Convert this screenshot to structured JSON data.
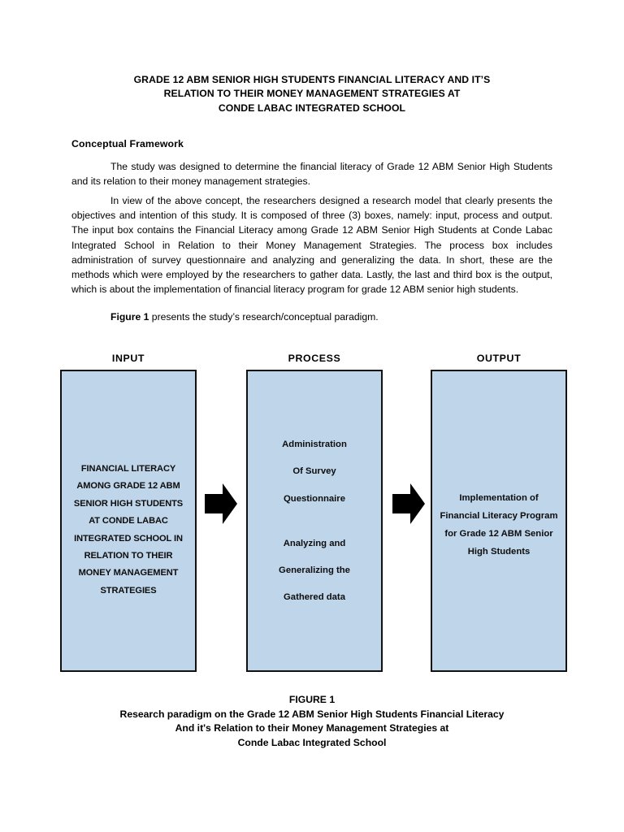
{
  "document": {
    "title_lines": [
      "GRADE 12 ABM SENIOR HIGH STUDENTS FINANCIAL LITERACY AND IT’S",
      "RELATION TO THEIR MONEY MANAGEMENT STRATEGIES AT",
      "CONDE LABAC INTEGRATED SCHOOL"
    ],
    "section_heading": "Conceptual Framework",
    "paragraphs": {
      "p1": "The study was designed to determine the financial literacy of Grade 12 ABM Senior High Students and its relation to their money management strategies.",
      "p2": "In view of the above concept, the researchers designed a research model that clearly presents the objectives and intention of this study. It is composed of three (3) boxes, namely: input, process and output. The input box contains the Financial Literacy among Grade 12 ABM Senior High Students at Conde Labac Integrated School in Relation to their Money Management Strategies. The process box includes administration of survey questionnaire and analyzing and generalizing the data. In short, these are the methods which were employed by the researchers to gather data. Lastly, the last and third box is the output, which is about the implementation of financial literacy program for grade 12 ABM senior high students.",
      "p3_bold": "Figure 1",
      "p3_rest": " presents the study’s research/conceptual paradigm."
    }
  },
  "diagram": {
    "type": "input-process-output",
    "box_fill_color": "#bed5ea",
    "box_border_color": "#111111",
    "arrow_color": "#000000",
    "columns": [
      {
        "label": "INPUT",
        "lines": [
          "FINANCIAL LITERACY",
          "AMONG GRADE 12 ABM",
          "SENIOR HIGH STUDENTS",
          "AT CONDE LABAC",
          "INTEGRATED SCHOOL IN",
          "RELATION TO THEIR",
          "MONEY MANAGEMENT",
          "STRATEGIES"
        ]
      },
      {
        "label": "PROCESS",
        "lines": [
          "Administration",
          "Of Survey",
          "Questionnaire",
          "",
          "Analyzing and",
          "Generalizing the",
          "Gathered data"
        ]
      },
      {
        "label": "OUTPUT",
        "lines": [
          "Implementation of",
          "Financial Literacy Program",
          "for Grade 12 ABM Senior",
          "High Students"
        ]
      }
    ],
    "arrows": [
      {
        "name": "arrow-input-to-process",
        "direction": "right"
      },
      {
        "name": "arrow-process-to-output",
        "direction": "right"
      }
    ]
  },
  "figure_caption": {
    "lines": [
      "FIGURE 1",
      "Research paradigm on the Grade 12 ABM Senior High Students Financial Literacy",
      "And it's Relation to their Money Management Strategies at",
      "Conde Labac Integrated School"
    ]
  }
}
